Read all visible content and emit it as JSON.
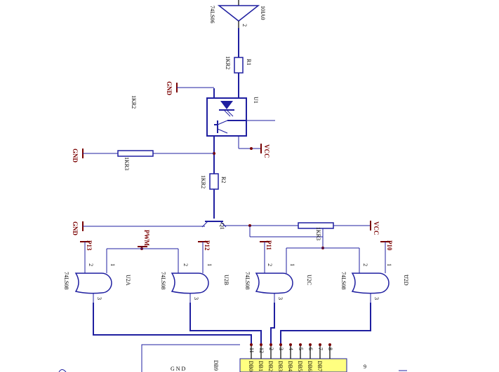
{
  "colors": {
    "wire": "#1f1fa0",
    "net_label": "#7a0000",
    "pin": "#000000",
    "connector_fill": "#ffff80",
    "background": "#ffffff"
  },
  "top_buffer": {
    "ref": "74LS06",
    "part": "10IA0",
    "pin": "2"
  },
  "resistor_r1": {
    "ref": "R1",
    "value": "1KR2"
  },
  "optocoupler": {
    "ref": "U1",
    "side_label": "1KR2"
  },
  "resistor_r3": {
    "value": "1KR3"
  },
  "resistor_r2": {
    "ref": "R2",
    "value": "1KR2"
  },
  "transistor_q1": {
    "ref": "Q1"
  },
  "pot_r4": {
    "value": "1KR3"
  },
  "net_labels": {
    "gnd_opto": "GND",
    "gnd_mid": "GND",
    "gnd_low": "GND",
    "vcc_opto": "VCC",
    "vcc_right": "VCC",
    "pwm": "PWM",
    "p13": "P13",
    "p12": "P12",
    "p11": "P11",
    "p10": "P10"
  },
  "gates": [
    {
      "ref": "74LS08",
      "inst": "U2A",
      "pin_in1": "2",
      "pin_in2": "1",
      "pin_out": "3"
    },
    {
      "ref": "74LS08",
      "inst": "U2B",
      "pin_in1": "2",
      "pin_in2": "1",
      "pin_out": "3"
    },
    {
      "ref": "74LS08",
      "inst": "U2C",
      "pin_in1": "2",
      "pin_in2": "1",
      "pin_out": "3"
    },
    {
      "ref": "74LS08",
      "inst": "U2D",
      "pin_in1": "2",
      "pin_in2": "1",
      "pin_out": "3"
    }
  ],
  "trailing_dots": "...",
  "connector": {
    "ref": "DB9",
    "gnd_label": "G N D",
    "pin_numbers": [
      "11",
      "12",
      "2",
      "3",
      "4",
      "5",
      "6",
      "7",
      "8"
    ],
    "pin_names": [
      "DB0",
      "DB1",
      "DB2",
      "DB3",
      "DB4",
      "DB5",
      "DB6",
      "DB7",
      ""
    ],
    "side_number": "9"
  }
}
